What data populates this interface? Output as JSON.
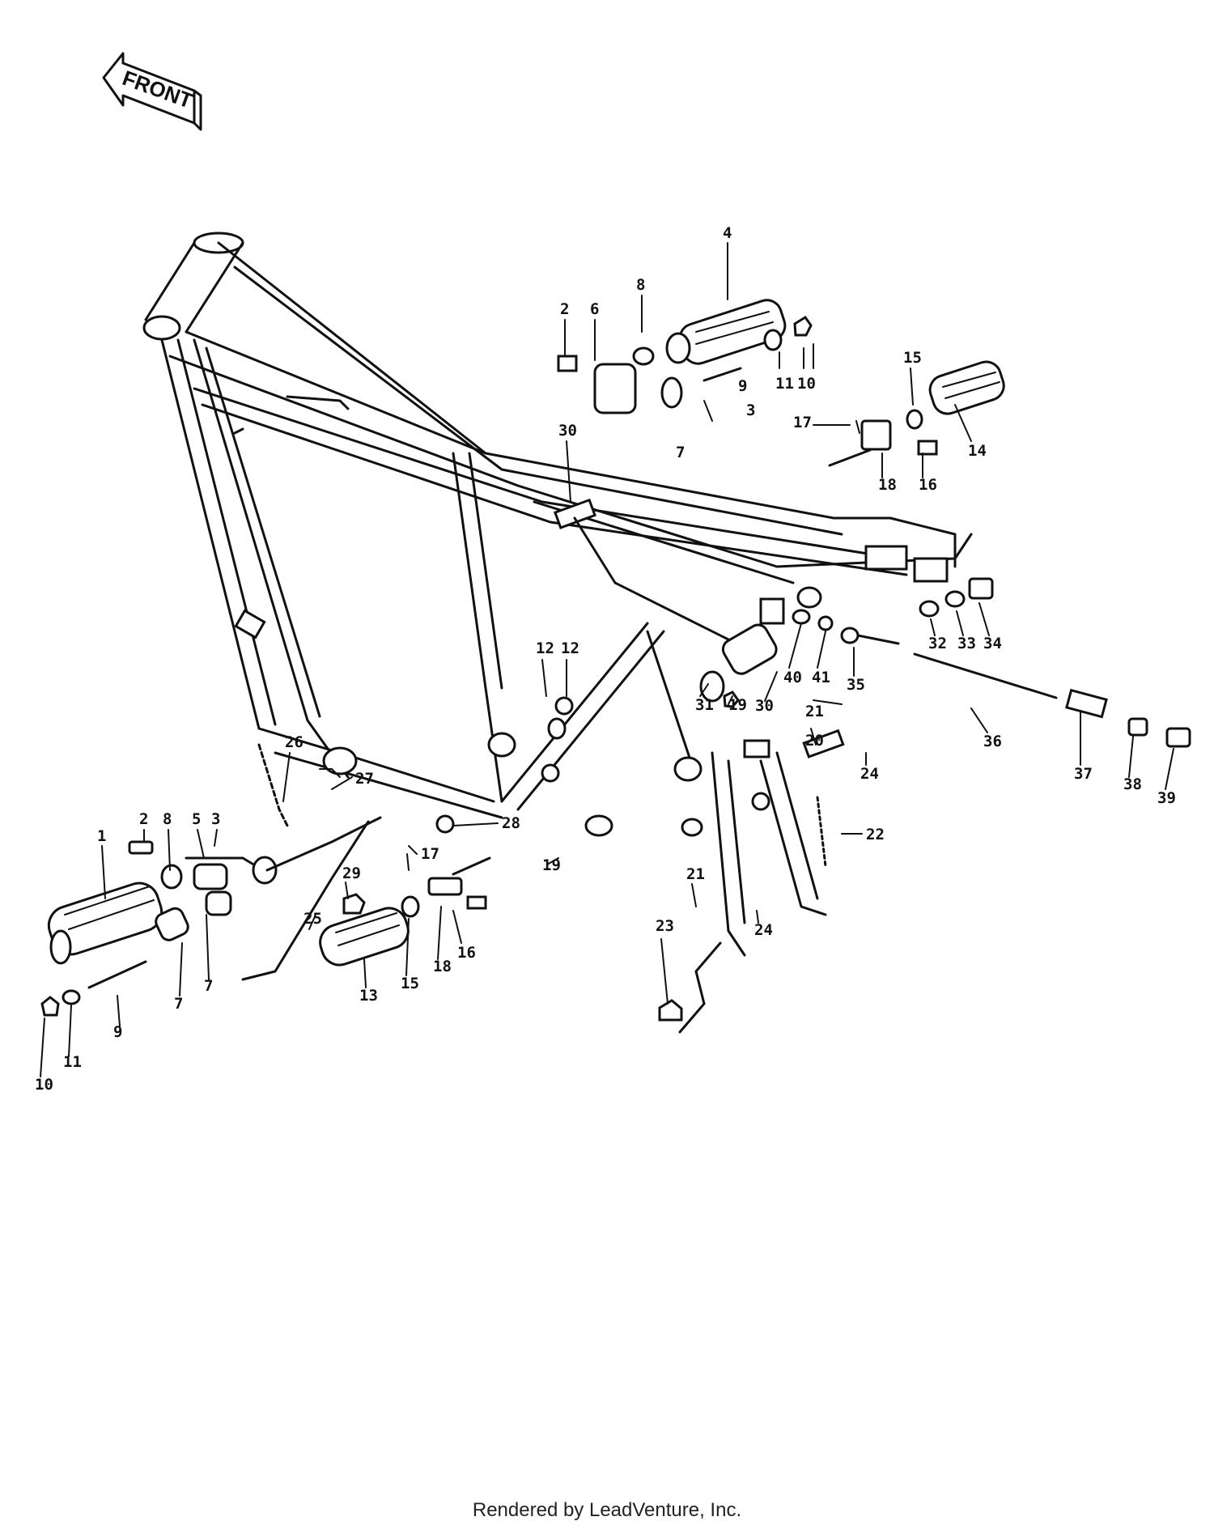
{
  "front_arrow": {
    "text": "FRONT",
    "icon": "front-arrow-icon"
  },
  "footer": {
    "text": "Rendered by LeadVenture, Inc."
  },
  "callouts": [
    "1",
    "2",
    "3",
    "4",
    "5",
    "6",
    "7",
    "8",
    "9",
    "10",
    "11",
    "12",
    "13",
    "14",
    "15",
    "16",
    "17",
    "18",
    "19",
    "20",
    "21",
    "22",
    "23",
    "24",
    "25",
    "26",
    "27",
    "28",
    "29",
    "30",
    "31",
    "32",
    "33",
    "34",
    "35",
    "36",
    "37",
    "38",
    "39",
    "40",
    "41"
  ],
  "labels": [
    {
      "part": "4"
    },
    {
      "part": "2"
    },
    {
      "part": "6"
    },
    {
      "part": "8"
    },
    {
      "part": "11"
    },
    {
      "part": "10"
    },
    {
      "part": "9"
    },
    {
      "part": "3"
    },
    {
      "part": "7"
    },
    {
      "part": "15"
    },
    {
      "part": "17"
    },
    {
      "part": "14"
    },
    {
      "part": "18"
    },
    {
      "part": "16"
    },
    {
      "part": "30"
    },
    {
      "part": "32"
    },
    {
      "part": "33"
    },
    {
      "part": "34"
    },
    {
      "part": "40"
    },
    {
      "part": "41"
    },
    {
      "part": "35"
    },
    {
      "part": "12"
    },
    {
      "part": "12"
    },
    {
      "part": "31"
    },
    {
      "part": "19"
    },
    {
      "part": "30"
    },
    {
      "part": "21"
    },
    {
      "part": "20"
    },
    {
      "part": "24"
    },
    {
      "part": "36"
    },
    {
      "part": "37"
    },
    {
      "part": "38"
    },
    {
      "part": "39"
    },
    {
      "part": "26"
    },
    {
      "part": "27"
    },
    {
      "part": "28"
    },
    {
      "part": "2"
    },
    {
      "part": "8"
    },
    {
      "part": "5"
    },
    {
      "part": "3"
    },
    {
      "part": "1"
    },
    {
      "part": "17"
    },
    {
      "part": "19"
    },
    {
      "part": "22"
    },
    {
      "part": "21"
    },
    {
      "part": "29"
    },
    {
      "part": "25"
    },
    {
      "part": "7"
    },
    {
      "part": "7"
    },
    {
      "part": "16"
    },
    {
      "part": "18"
    },
    {
      "part": "15"
    },
    {
      "part": "13"
    },
    {
      "part": "24"
    },
    {
      "part": "23"
    },
    {
      "part": "9"
    },
    {
      "part": "11"
    },
    {
      "part": "10"
    }
  ]
}
